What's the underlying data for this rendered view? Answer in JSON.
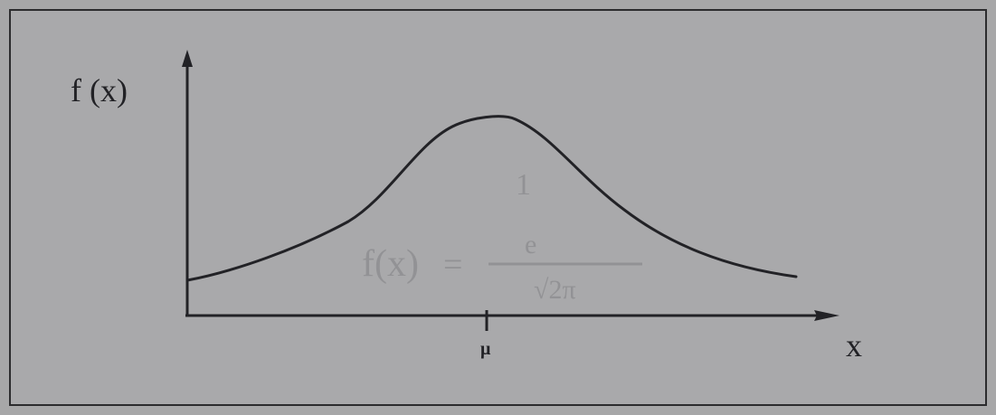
{
  "diagram": {
    "y_axis_label": "f (x)",
    "x_axis_label": "x",
    "center_tick_label": "μ",
    "curve": "bell-shaped (normal distribution) density curve",
    "faint_background_formula": "f(x) = ... / √(2π) ...",
    "colors": {
      "background": "#a9a9ab",
      "ink": "#222226"
    }
  }
}
